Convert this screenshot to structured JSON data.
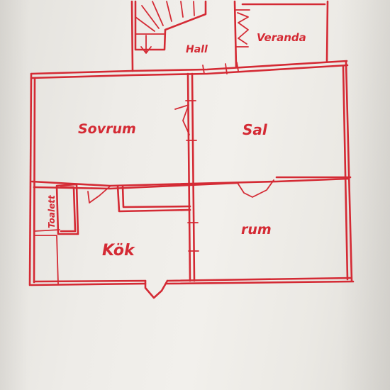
{
  "rooms": {
    "hall": "Hall",
    "veranda": "Veranda",
    "sovrum": "Sovrum",
    "sal": "Sal",
    "toalett": "Toalett",
    "kok": "Kök",
    "rum": "rum"
  },
  "colors": {
    "ink": "#d42a34",
    "paper": "#f0eee9"
  }
}
